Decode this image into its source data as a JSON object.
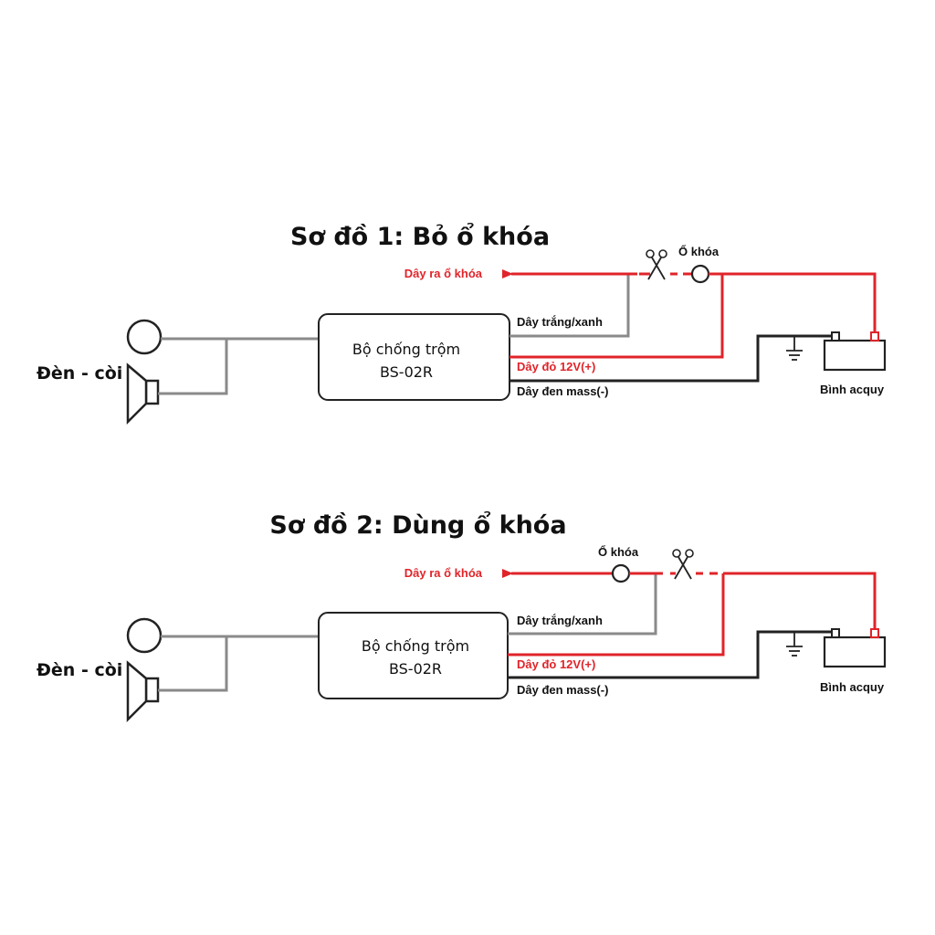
{
  "diagram1": {
    "title": "Sơ đồ 1: Bỏ ổ khóa",
    "output_label": "Dây ra ổ khóa",
    "lock_label": "Ổ khóa",
    "module_line1": "Bộ chống trộm",
    "module_line2": "BS-02R",
    "white_wire": "Dây trắng/xanh",
    "red_wire": "Dây đỏ 12V(+)",
    "black_wire": "Dây đen mass(-)",
    "battery_label": "Bình acquy",
    "light_horn_label": "Đèn - còi"
  },
  "diagram2": {
    "title": "Sơ đồ 2: Dùng ổ khóa",
    "output_label": "Dây ra ổ khóa",
    "lock_label": "Ổ khóa",
    "module_line1": "Bộ chống trộm",
    "module_line2": "BS-02R",
    "white_wire": "Dây trắng/xanh",
    "red_wire": "Dây đỏ 12V(+)",
    "black_wire": "Dây đen mass(-)",
    "battery_label": "Bình acquy",
    "light_horn_label": "Đèn - còi"
  },
  "colors": {
    "red_wire": "#e0242a",
    "gray_wire": "#8a8a8a",
    "black_wire": "#222222"
  }
}
